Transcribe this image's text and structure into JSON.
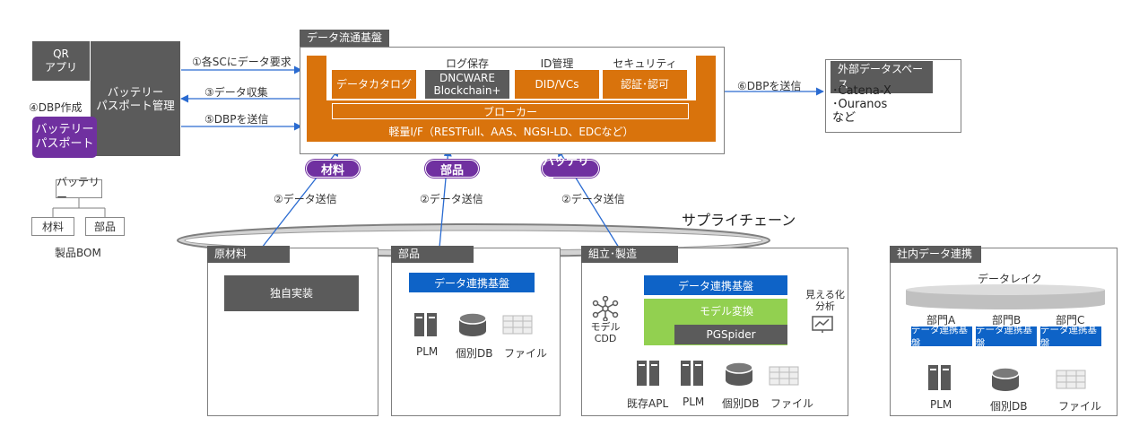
{
  "left": {
    "qr_app": "QR\nアプリ",
    "battery_passport_mgmt": "バッテリー\nパスポート管理",
    "dbp_create": "④DBP作成",
    "battery_passport": "バッテリー\nパスポート"
  },
  "arrows_left": {
    "a1": "①各SCにデータ要求",
    "a3": "③データ収集",
    "a5": "⑤DBPを送信"
  },
  "bom": {
    "root": "バッテリー",
    "child1": "材料",
    "child2": "部品",
    "caption": "製品BOM"
  },
  "platform": {
    "title": "データ流通基盤",
    "catalog": "データカタログ",
    "log_header": "ログ保存",
    "log_box": "DNCWARE\nBlockchain+",
    "id_header": "ID管理",
    "id_box": "DID/VCs",
    "sec_header": "セキュリティ",
    "sec_box": "認証･認可",
    "broker": "ブローカー",
    "light_if": "軽量I/F（RESTFull、AAS、NGSI-LD、EDCなど）"
  },
  "external": {
    "send": "⑥DBPを送信",
    "title": "外部データスペース",
    "line1": "･Catena-X",
    "line2": "･Ouranos",
    "line3": "など"
  },
  "pills": {
    "material": "材料",
    "parts": "部品",
    "battery": "バッテリー"
  },
  "send_labels": {
    "s1": "②データ送信",
    "s2": "②データ送信",
    "s3": "②データ送信"
  },
  "supply_chain": "サプライチェーン",
  "raw": {
    "title": "原材料",
    "impl": "独自実装"
  },
  "parts_panel": {
    "title": "部品",
    "platform": "データ連携基盤",
    "plm": "PLM",
    "db": "個別DB",
    "file": "ファイル"
  },
  "assembly": {
    "title": "組立･製造",
    "platform": "データ連携基盤",
    "model": "モデル変換",
    "pgspider": "PGSpider",
    "cdd": "モデル\nCDD",
    "viz": "見える化\n分析",
    "apl": "既存APL",
    "plm": "PLM",
    "db": "個別DB",
    "file": "ファイル"
  },
  "internal": {
    "title": "社内データ連携",
    "lake": "データレイク",
    "deptA": "部門A",
    "deptB": "部門B",
    "deptC": "部門C",
    "platformA": "データ連携基盤",
    "platformB": "データ連携基盤",
    "platformC": "データ連携基盤",
    "plm": "PLM",
    "db": "個別DB",
    "file": "ファイル"
  },
  "colors": {
    "orange": "#d9730c",
    "purple": "#7030a0",
    "blue": "#0e63c7",
    "green": "#92d050",
    "dark": "#5b5b5b"
  }
}
